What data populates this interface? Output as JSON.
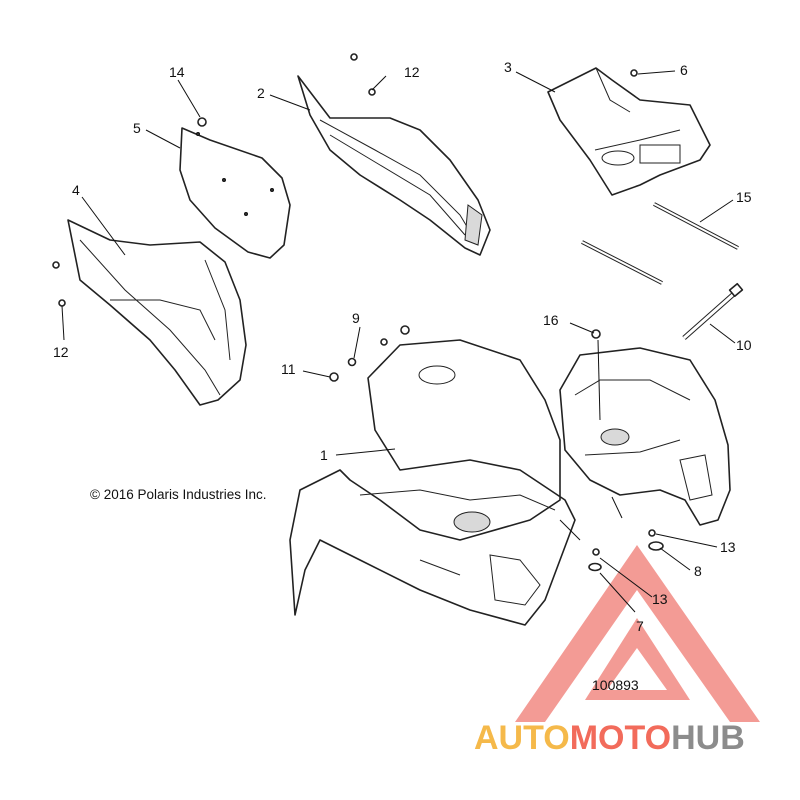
{
  "diagram": {
    "copyright": "© 2016 Polaris Industries Inc.",
    "figure_number": "100893",
    "callouts": [
      "1",
      "2",
      "3",
      "4",
      "5",
      "6",
      "7",
      "8",
      "9",
      "10",
      "11",
      "12",
      "12",
      "13",
      "13",
      "14",
      "15",
      "16"
    ]
  },
  "watermark": {
    "part1": "AUTO",
    "part2": "MOTO",
    "part3": "HUB",
    "colors": {
      "auto": "#f5b94a",
      "moto": "#f26b5b",
      "hub": "#8c8c8c",
      "triangle": "#f07a72"
    }
  }
}
